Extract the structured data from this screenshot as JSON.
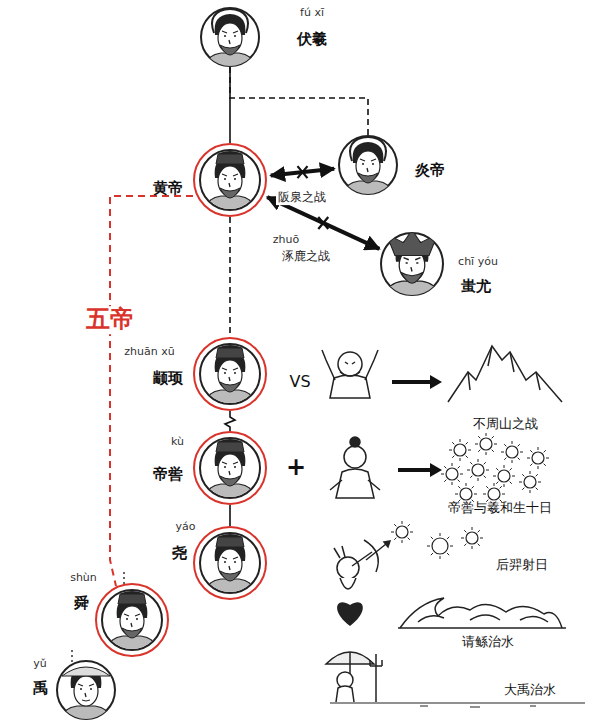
{
  "diagram": {
    "nodes": [
      {
        "text": [
          "fú xī",
          "伏羲"
        ]
      },
      {
        "text": [
          "黄帝"
        ]
      },
      {
        "text": [
          "炎帝"
        ]
      },
      {
        "text": [
          "chī yóu",
          "蚩尤"
        ]
      },
      {
        "text": [
          "zhuān xū",
          "颛顼"
        ]
      },
      {
        "text": [
          "kù",
          "帝喾"
        ]
      },
      {
        "text": [
          "yáo",
          "尧"
        ]
      },
      {
        "text": [
          "shùn",
          "舜"
        ]
      },
      {
        "text": [
          "yǔ",
          "禹"
        ]
      }
    ],
    "edges": [
      {
        "from": 0,
        "to": 1,
        "arrow": "none"
      },
      {
        "from": 0,
        "to": 2,
        "arrow": "none"
      },
      {
        "from": 1,
        "to": 2,
        "label": "阪泉之战",
        "arrow": "both"
      },
      {
        "from": 1,
        "to": 3,
        "label": "涿鹿之战",
        "arrow": "both"
      },
      {
        "from": 1,
        "to": 4,
        "arrow": "none"
      },
      {
        "from": 4,
        "to": 5,
        "arrow": "none"
      },
      {
        "from": 5,
        "to": 6,
        "arrow": "none"
      }
    ],
    "labels": [
      "zhuō",
      "五帝",
      "VS",
      "+",
      "不周山之战",
      "帝喾与羲和生十日",
      "后羿射日",
      "请鲧治水",
      "大禹治水"
    ]
  }
}
